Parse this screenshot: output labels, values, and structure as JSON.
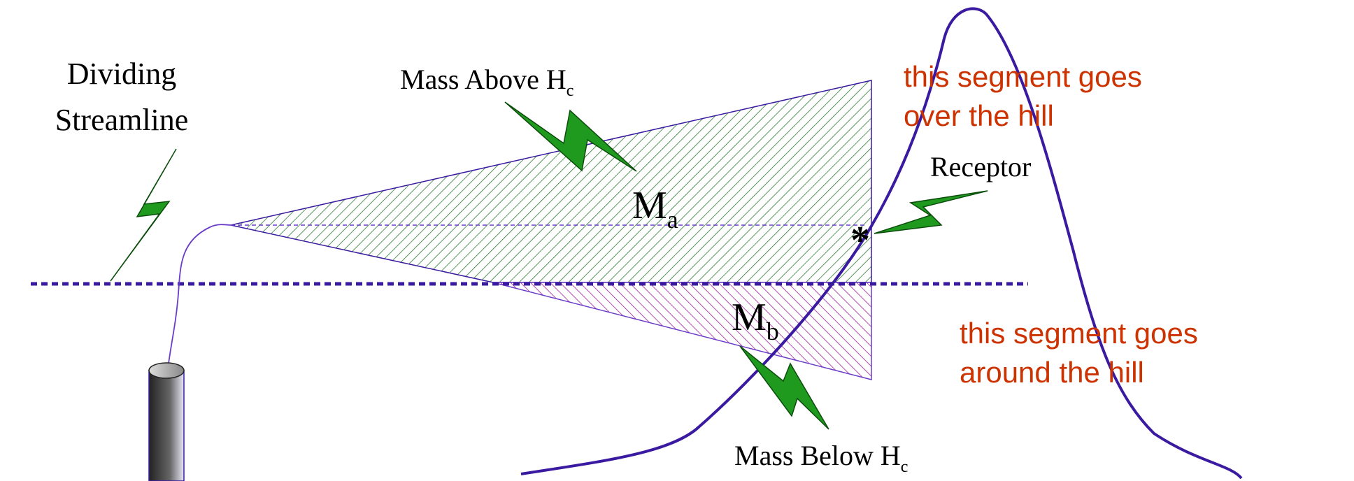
{
  "labels": {
    "dividing_line1": "Dividing",
    "dividing_line2": "Streamline",
    "mass_above": "Mass Above H",
    "mass_above_sub": "c",
    "ma_main": "M",
    "ma_sub": "a",
    "mb_main": "M",
    "mb_sub": "b",
    "receptor": "Receptor",
    "mass_below": "Mass Below H",
    "mass_below_sub": "c"
  },
  "annotations": {
    "over_line1": "this segment goes",
    "over_line2": "over the hill",
    "around_line1": "this segment goes",
    "around_line2": "around the hill"
  },
  "colors": {
    "hill_stroke": "#3a1aa0",
    "streamline": "#3a1aa0",
    "plume_line": "#6a3cc8",
    "upper_hatch": "#2e7d32",
    "lower_hatch": "#a020a0",
    "bolt_fill": "#1f9a1f",
    "bolt_stroke": "#0b4d0b",
    "annotation_text": "#cc3300"
  }
}
